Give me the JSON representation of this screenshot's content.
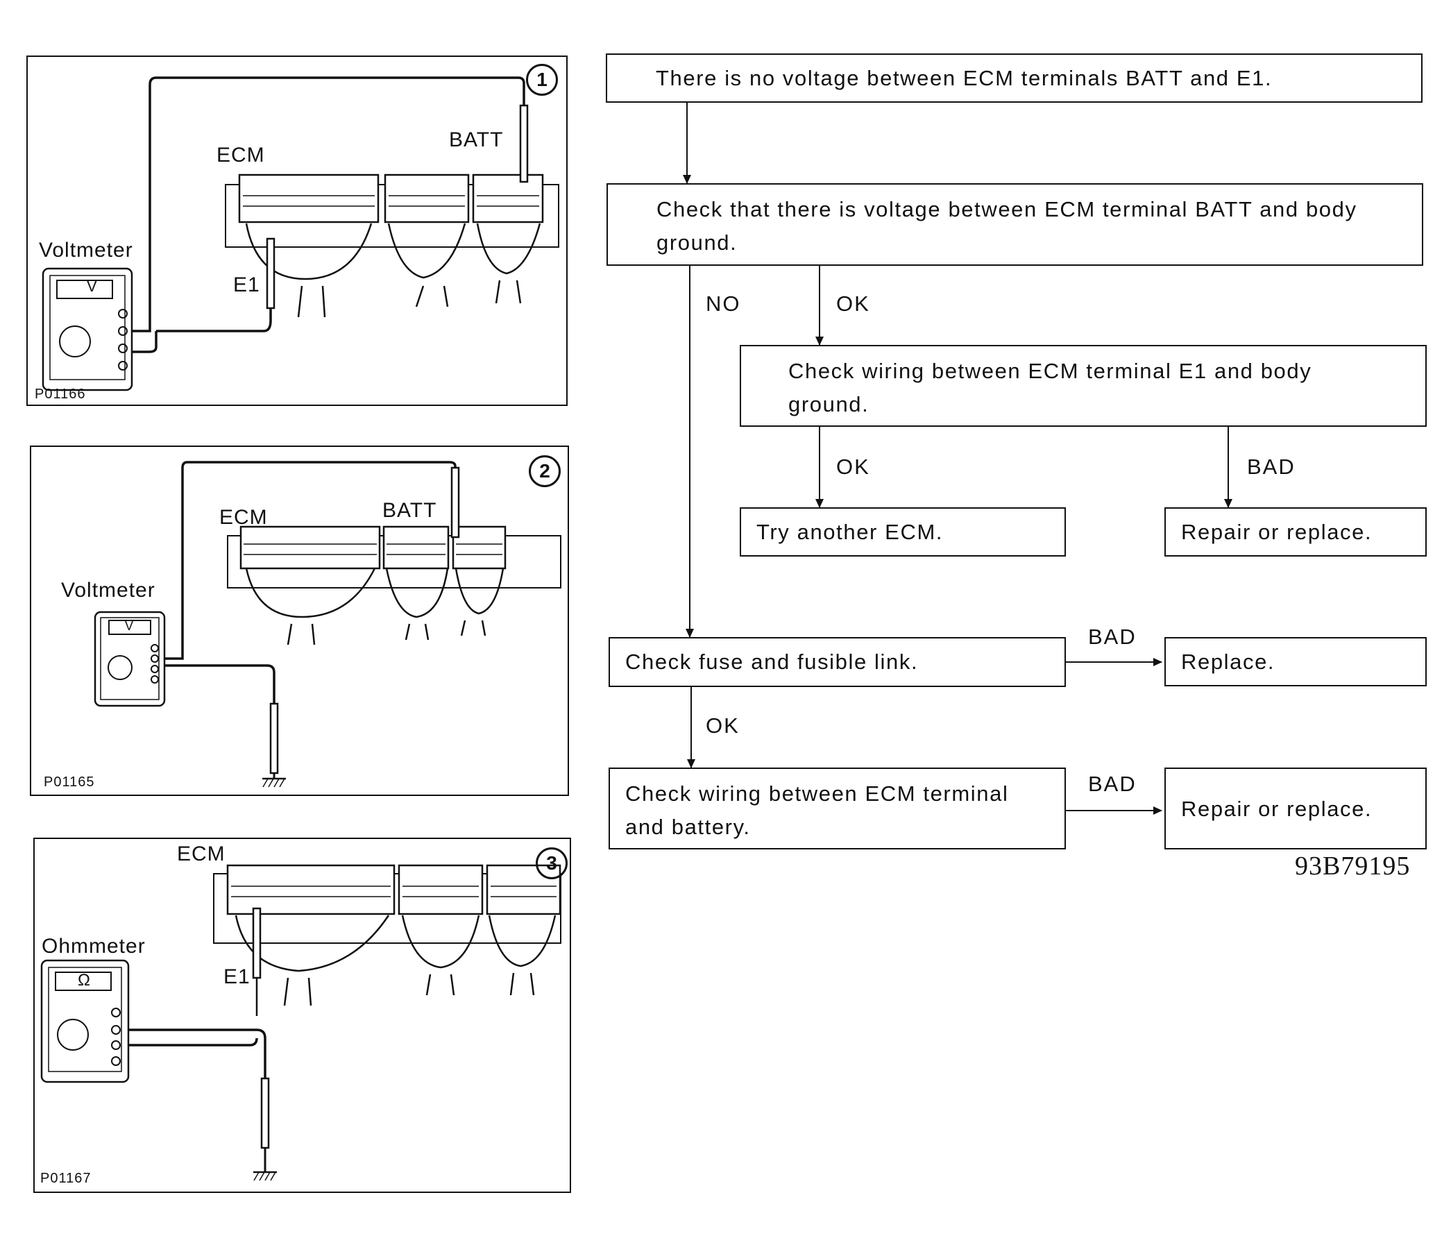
{
  "panels": [
    {
      "number": "1",
      "meter": "Voltmeter",
      "meter_symbol": "V",
      "ecm": "ECM",
      "probe_a": "BATT",
      "probe_b": "E1",
      "code": "P01166"
    },
    {
      "number": "2",
      "meter": "Voltmeter",
      "meter_symbol": "V",
      "ecm": "ECM",
      "probe_a": "BATT",
      "code": "P01165"
    },
    {
      "number": "3",
      "meter": "Ohmmeter",
      "meter_symbol": "Ω",
      "ecm": "ECM",
      "probe_b": "E1",
      "code": "P01167"
    }
  ],
  "flow": {
    "start": "There is no voltage between ECM terminals BATT and E1.",
    "check_batt": "Check that there is voltage between ECM terminal BATT and body\nground.",
    "check_e1": "Check wiring between ECM terminal E1 and body\nground.",
    "try_ecm": "Try another ECM.",
    "repair1": "Repair or replace.",
    "check_fuse": "Check fuse and fusible link.",
    "replace": "Replace.",
    "check_wiring_batt": "Check wiring between ECM terminal\nand battery.",
    "repair2": "Repair or replace.",
    "labels": {
      "no": "NO",
      "ok": "OK",
      "bad": "BAD"
    }
  },
  "figure_code": "93B79195"
}
